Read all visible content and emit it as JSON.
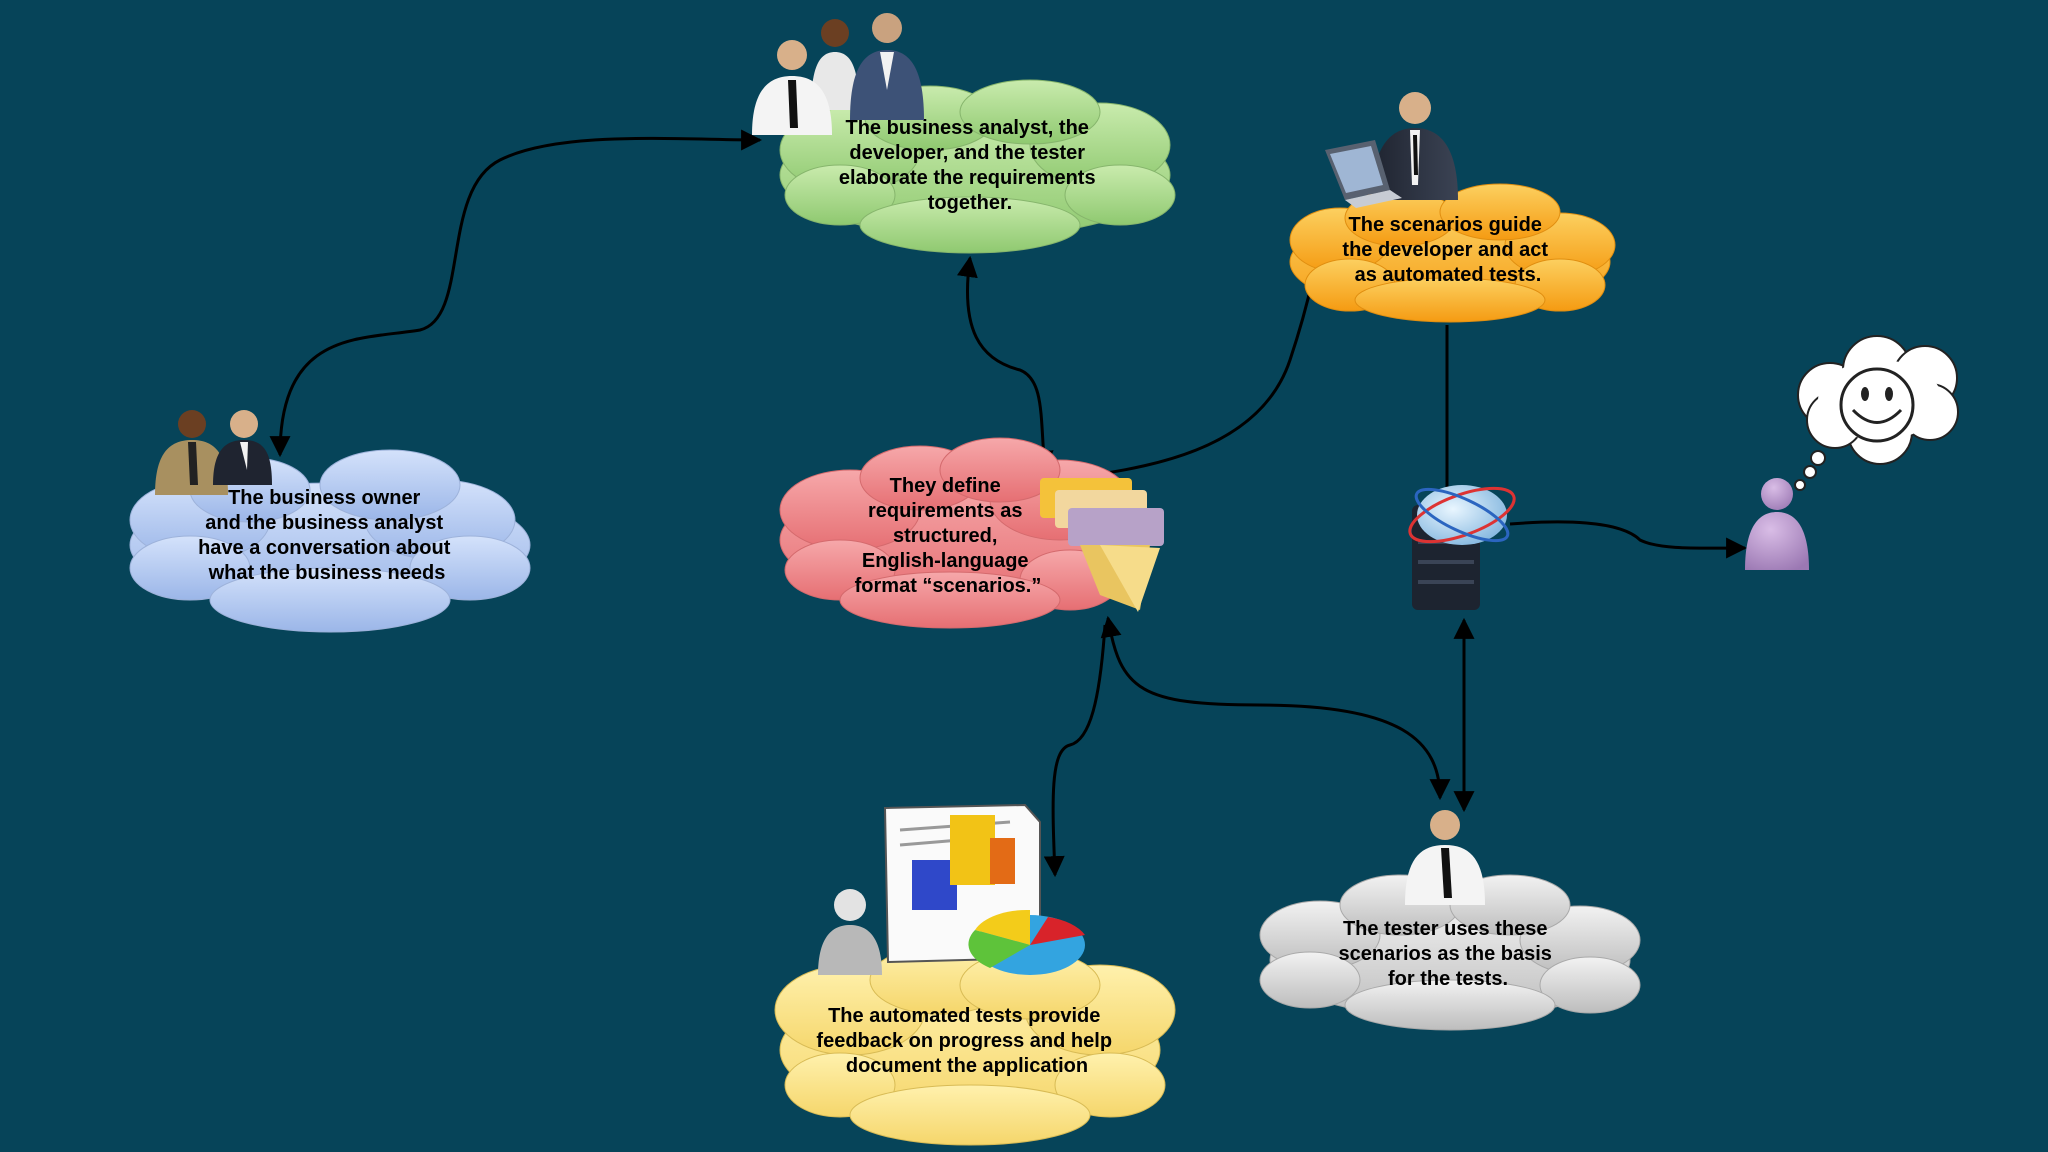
{
  "background": "#064459",
  "clouds": {
    "business_owner": {
      "lines": [
        "The business owner",
        "and the business analyst",
        "have a conversation about",
        "what the business needs"
      ],
      "color": "#aec6ef"
    },
    "collaboration": {
      "lines": [
        "The business analyst, the",
        "developer, and the tester",
        "elaborate the requirements",
        "together."
      ],
      "color": "#a8d68c"
    },
    "scenarios": {
      "lines": [
        "They define",
        "requirements as",
        "structured,",
        "English-language",
        "format “scenarios.”"
      ],
      "color": "#ef8a8c"
    },
    "developer": {
      "lines": [
        "The scenarios guide",
        "the developer and act",
        "as automated tests."
      ],
      "color": "#f9b12a"
    },
    "tester": {
      "lines": [
        "The tester uses these",
        "scenarios as the basis",
        "for the tests."
      ],
      "color": "#d9d9d9"
    },
    "feedback": {
      "lines": [
        "The automated tests provide",
        "feedback on progress and help",
        "document the application"
      ],
      "color": "#fbe38e"
    }
  },
  "icons": {
    "group_of_three": "people-group-icon",
    "pair_of_people": "business-people-icon",
    "developer": "developer-laptop-icon",
    "folders": "folders-icon",
    "server": "server-cloud-icon",
    "tester": "tester-person-icon",
    "report": "report-chart-icon",
    "generic_person": "person-icon",
    "happy_user": "happy-user-icon",
    "smiley": "smiley-thought-icon"
  }
}
